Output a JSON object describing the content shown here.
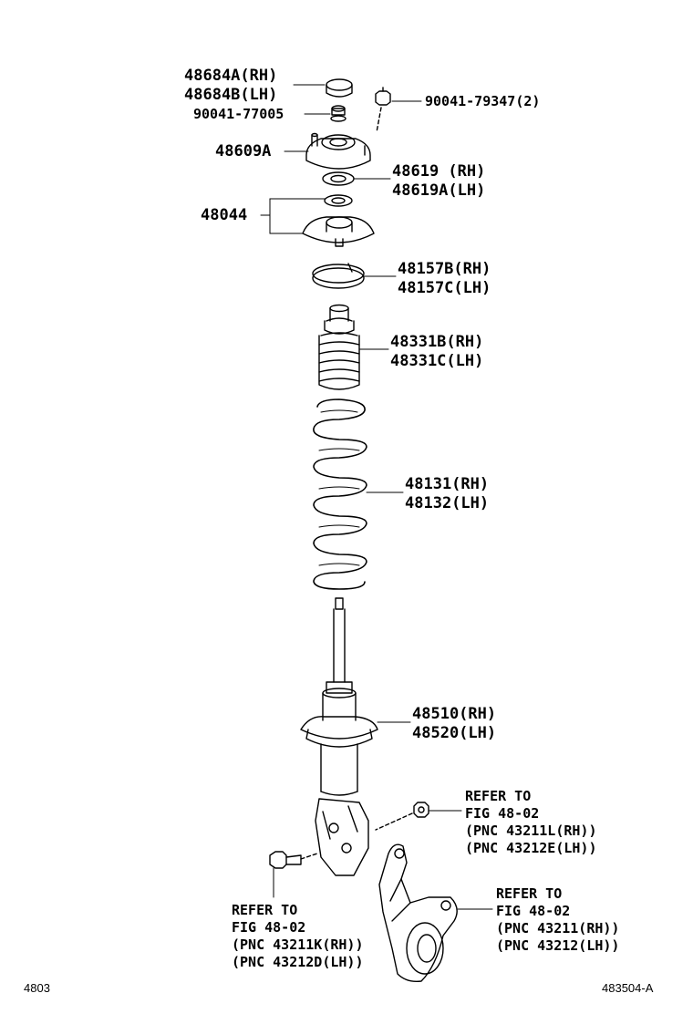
{
  "labels": {
    "p48684a": "48684A(RH)",
    "p48684b": "48684B(LH)",
    "p90041_79347": "90041-79347(2)",
    "p90041_77005": "90041-77005",
    "p48609a": "48609A",
    "p48619": "48619 (RH)",
    "p48619a": "48619A(LH)",
    "p48044": "48044",
    "p48157b": "48157B(RH)",
    "p48157c": "48157C(LH)",
    "p48331b": "48331B(RH)",
    "p48331c": "48331C(LH)",
    "p48131": "48131(RH)",
    "p48132": "48132(LH)",
    "p48510": "48510(RH)",
    "p48520": "48520(LH)"
  },
  "refs": {
    "nut": [
      "REFER TO",
      "FIG 48-02",
      "(PNC 43211L(RH))",
      "(PNC 43212E(LH))"
    ],
    "bolt": [
      "REFER TO",
      "FIG 48-02",
      "(PNC 43211K(RH))",
      "(PNC 43212D(LH))"
    ],
    "knuckle": [
      "REFER TO",
      "FIG 48-02",
      "(PNC 43211(RH))",
      "(PNC 43212(LH))"
    ]
  },
  "footer": {
    "left": "4803",
    "right": "483504-A"
  }
}
